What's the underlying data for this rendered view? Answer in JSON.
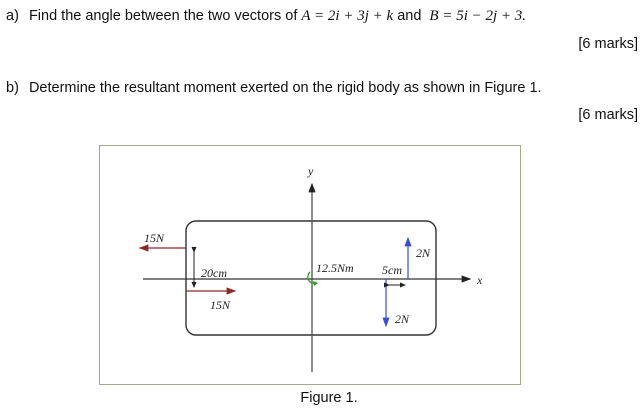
{
  "question_a": {
    "label": "a)",
    "text": "Find the angle between the two vectors of",
    "vector_a": "A = 2i + 3j + k",
    "connector": "and",
    "vector_b": "B = 5i − 2j + 3.",
    "marks": "[6 marks]"
  },
  "question_b": {
    "label": "b)",
    "text": "Determine the resultant moment exerted on the rigid body as shown in Figure 1.",
    "marks": "[6 marks]"
  },
  "figure": {
    "caption": "Figure 1.",
    "axis_x_label": "x",
    "axis_y_label": "y",
    "force_left_top": "15N",
    "force_left_bottom": "15N",
    "couple_distance": "20cm",
    "moment": "12.5Nm",
    "force_right_up": "2N",
    "force_right_down": "2N",
    "couple_spacing": "5cm",
    "colors": {
      "horizontal_forces": "#8b2a2a",
      "vertical_forces": "#3b4fd1",
      "moment_arrow": "#3a9a2a",
      "frame_border": "#a6a98e"
    }
  }
}
